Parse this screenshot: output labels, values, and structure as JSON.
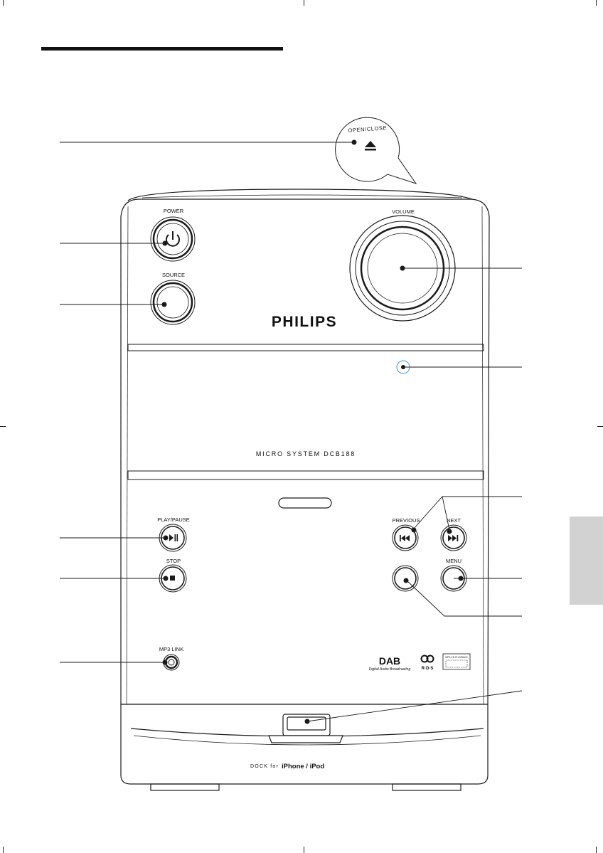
{
  "labels": {
    "open_close": "OPEN/CLOSE",
    "power": "POWER",
    "source": "SOURCE",
    "volume": "VOLUME",
    "brand": "PHILIPS",
    "model": "MICRO SYSTEM DCB188",
    "play_pause": "PLAY/PAUSE",
    "stop": "STOP",
    "previous": "PREVIOUS",
    "next": "NEXT",
    "menu": "MENU",
    "mp3_link": "MP3 LINK",
    "dab": "DAB",
    "dab_sub": "Digital Audio Broadcasting",
    "rds": "R·D·S",
    "mp3_cd": "MP3-CD PLAYBACK",
    "dock_prefix": "DOCK for",
    "dock_device": "iPhone / iPod"
  },
  "colors": {
    "outline": "#1a1a1a",
    "tab": "#d2d2d2",
    "sensor_ring": "#3aa0d8"
  },
  "icons": [
    "eject-icon",
    "power-icon",
    "play-pause-icon",
    "stop-icon",
    "previous-icon",
    "next-icon"
  ]
}
